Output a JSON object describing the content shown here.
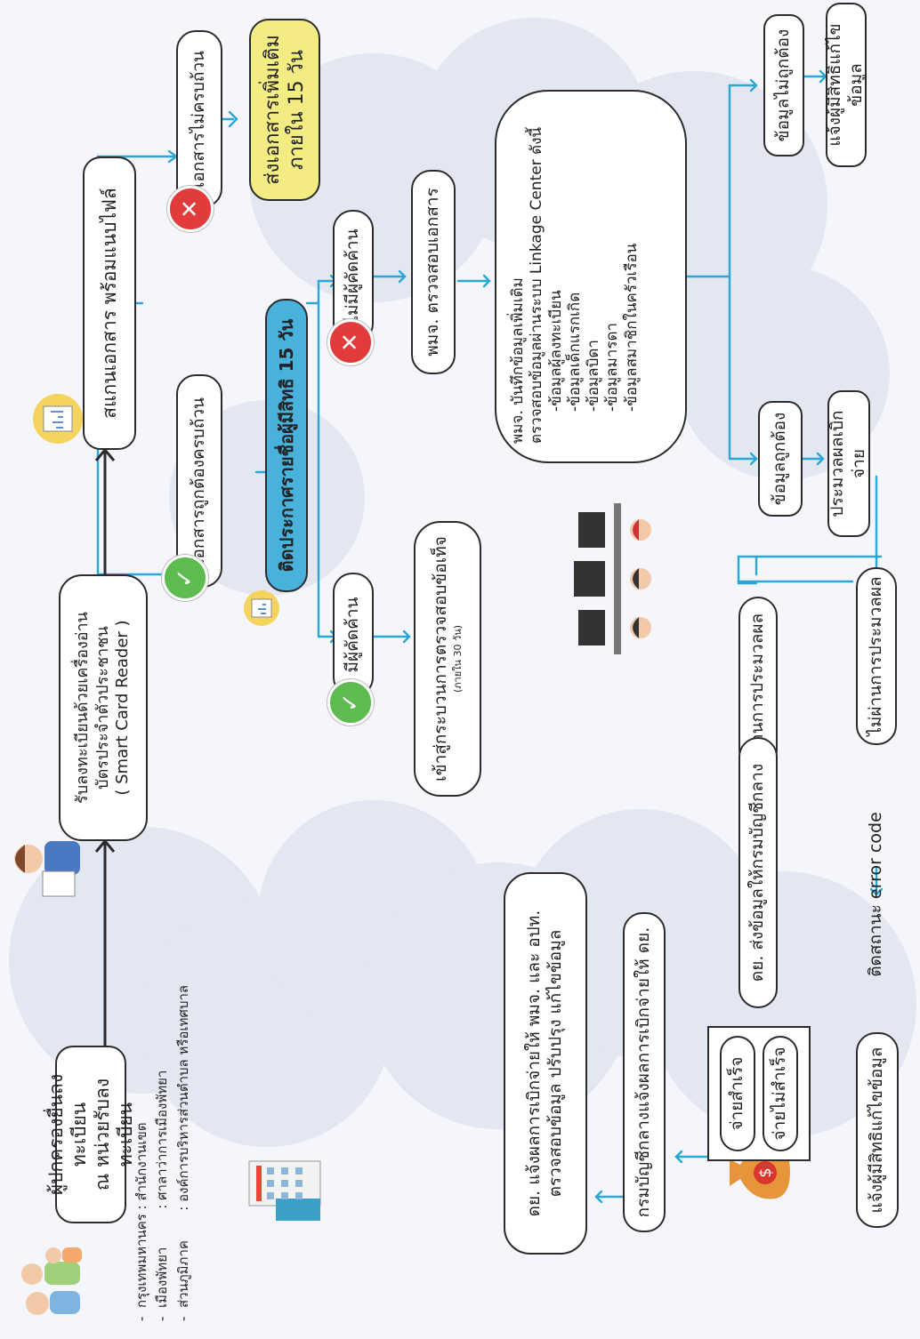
{
  "colors": {
    "line": "#2aa7d6",
    "box_border": "#2b2b2b",
    "yellow": "#f3ec82",
    "blue": "#49b2dc",
    "ok": "#5dbb4f",
    "no": "#e23b3b"
  },
  "nodes": {
    "applicant": [
      "ผู้ปกครองยื่นลงทะเบียน",
      "ณ หน่วยรับลงทะเบียน"
    ],
    "card_reader": [
      "รับลงทะเบียนด้วยเครื่องอ่าน",
      "บัตรประจำตัวประชาชน",
      "( Smart Card Reader )"
    ],
    "scan": "สแกนเอกสาร พร้อมแนบไฟล์",
    "docs_complete": "เอกสารถูกต้องครบถ้วน",
    "docs_incomplete": "เอกสารไม่ครบถ้วน",
    "send_more": [
      "ส่งเอกสารเพิ่มเติม",
      "ภายใน 15 วัน"
    ],
    "announce": "ติดประกาศรายชื่อผู้มีสิทธิ 15 วัน",
    "objection": "มีผู้คัดค้าน",
    "no_objection": "ไม่มีผู้คัดค้าน",
    "investigate": "เข้าสู่กระบวนการตรวจสอบข้อเท็จ",
    "investigate_note": "(ภายใน 30 วัน)",
    "check_docs": "พมจ. ตรวจสอบเอกสาร",
    "record": [
      "พมจ. บันทึกข้อมูลเพิ่มเติม",
      "ตรวจสอบข้อมูลผ่านระบบ Linkage Center ดังนี้"
    ],
    "record_items": [
      "-ข้อมูลผู้ลงทะเบียน",
      "-ข้อมูลเด็กแรกเกิด",
      "-ข้อมูลบิดา",
      "-ข้อมูลมารดา",
      "-ข้อมูลสมาชิกในครัวเรือน"
    ],
    "data_correct": "ข้อมูลถูกต้อง",
    "data_incorrect": "ข้อมูลไม่ถูกต้อง",
    "notify_fix_top": "แจ้งผู้มีสิทธิแก้ไขข้อมูล",
    "process": "ประมวลผลเบิกจ่าย",
    "pass": "ผ่านการประมวลผล",
    "fail": "ไม่ผ่านการประมวลผล",
    "send_cgd": "ดย. ส่งข้อมูลให้กรมบัญชีกลาง",
    "error_code": "ติดสถานะ error code",
    "paid": "จ่ายสำเร็จ",
    "unpaid": "จ่ายไม่สำเร็จ",
    "notify_fix_bottom": "แจ้งผู้มีสิทธิแก้ไขข้อมูล",
    "cgd_notify": "กรมบัญชีกลางแจ้งผลการเบิกจ่ายให้ ดย.",
    "dy_notify": [
      "ดย. แจ้งผลการเบิกจ่ายให้ พมจ. และ อปท.",
      "ตรวจสอบข้อมูล ปรับปรุง แก้ไขข้อมูล"
    ]
  },
  "agencies": [
    {
      "name": "กรุงเทพมหานคร",
      "unit": "สำนักงานเขต"
    },
    {
      "name": "เมืองพัทยา",
      "unit": "ศาลาว่าการเมืองพัทยา"
    },
    {
      "name": "ส่วนภูมิภาค",
      "unit": "องค์การบริหารส่วนตำบล หรือเทศบาล"
    }
  ]
}
